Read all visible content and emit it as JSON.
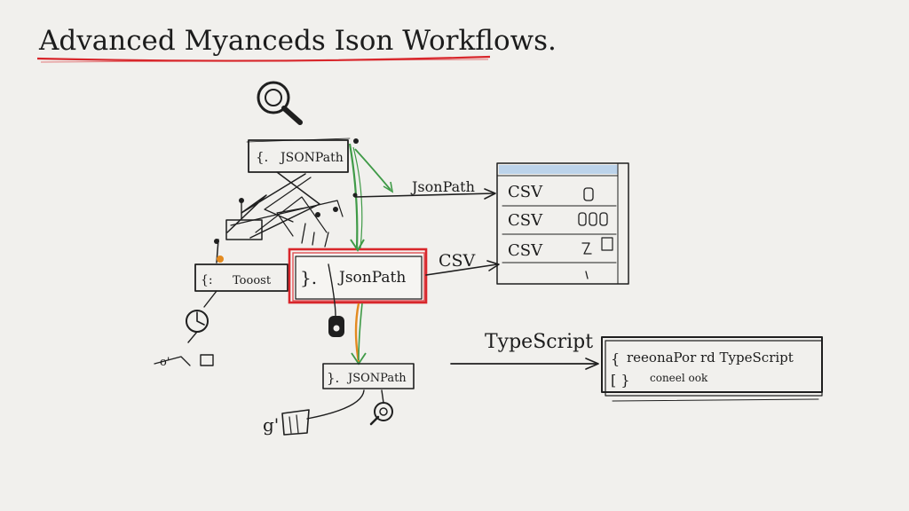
{
  "title": "Advanced Myanceds Ison Workflows.",
  "nodes": {
    "top": "JSONPath",
    "left": "Tooost",
    "center": "JsonPath",
    "bottom": "JSONPath"
  },
  "labels": {
    "arrow_top": "JsonPath",
    "arrow_center": "CSV",
    "typescript": "TypeScript"
  },
  "csv_panel": {
    "rows": [
      "CSV",
      "CSV",
      "CSV"
    ]
  },
  "ts_box": {
    "line1": "reeonaPor rd TypeScript",
    "line2": "coneel ook"
  },
  "colors": {
    "highlight": "#d8262b",
    "green_arrow": "#3f9a47",
    "orange_arrow": "#e38a1f",
    "panel_header": "#bcd3ea"
  }
}
